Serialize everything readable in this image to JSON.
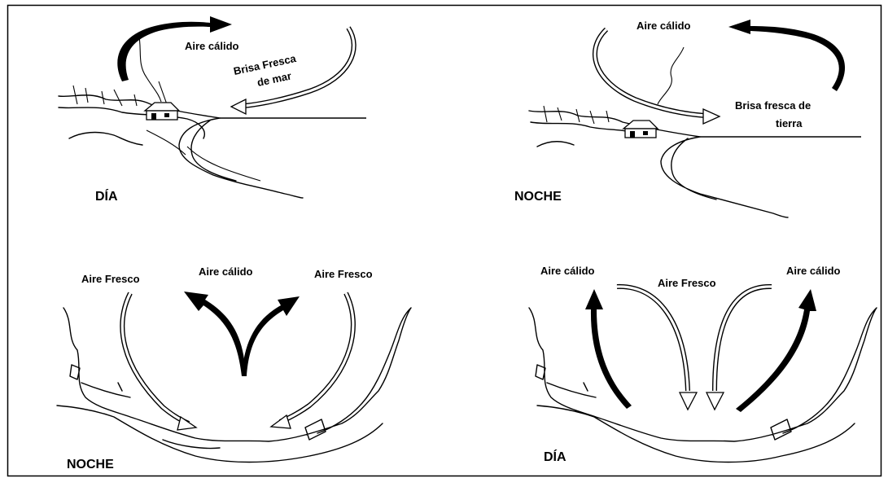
{
  "panels": [
    {
      "id": "coast-day",
      "caption": "DÍA",
      "labels": {
        "warm": "Aire cálido",
        "breeze_1": "Brisa Fresca",
        "breeze_2": "de mar"
      }
    },
    {
      "id": "coast-night",
      "caption": "NOCHE",
      "labels": {
        "warm": "Aire cálido",
        "breeze_1": "Brisa fresca de",
        "breeze_2": "tierra"
      }
    },
    {
      "id": "valley-night",
      "caption": "NOCHE",
      "labels": {
        "warm": "Aire cálido",
        "cool_left": "Aire Fresco",
        "cool_right": "Aire Fresco"
      }
    },
    {
      "id": "valley-day",
      "caption": "DÍA",
      "labels": {
        "cool": "Aire Fresco",
        "warm_left": "Aire cálido",
        "warm_right": "Aire cálido"
      }
    }
  ],
  "colors": {
    "ink": "#000000",
    "background": "#ffffff",
    "frame": "#000000"
  }
}
